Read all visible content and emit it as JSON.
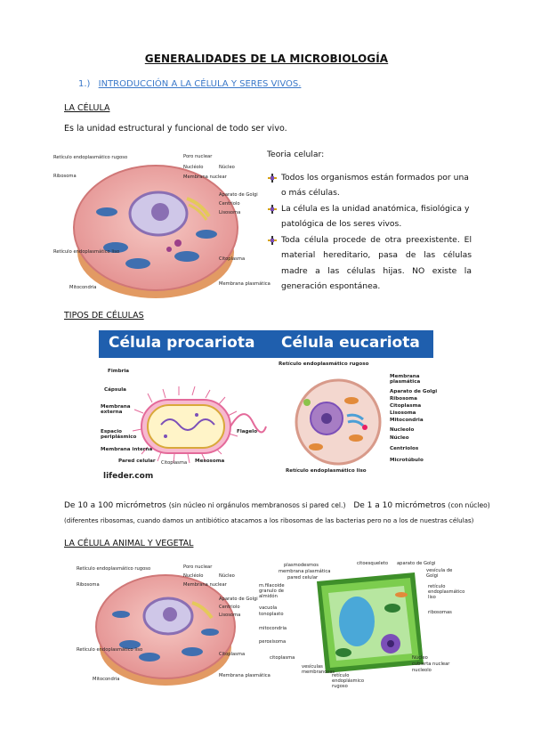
{
  "doc": {
    "title": "GENERALIDADES DE LA MICROBIOLOGÍA",
    "section_number": "1.)",
    "section_title": "INTRODUCCIÓN A LA CÉLULA Y SERES VIVOS.",
    "cell_heading": "LA CÉLULA",
    "cell_definition": "Es la unidad estructural y funcional de todo ser vivo.",
    "theory_title": "Teoria celular:",
    "theory_items": [
      "Todos los organismos están formados por una o más células.",
      "La célula es la unidad anatómica, fisiológica y patológica de los seres vivos.",
      "Toda célula procede de otra preexistente. El material hereditario, pasa de las células madre a las células hijas. NO existe la generación espontánea."
    ],
    "types_heading": "TIPOS DE CÉLULAS",
    "size_line_a": "De 10 a 100 micrómetros",
    "size_line_a_note": "(sin núcleo ni orgánulos membranosos si pared cel.)",
    "size_line_b": "De 1 a 10 micrómetros",
    "size_line_b_note": "(con núcleo)",
    "ribosome_note": "(diferentes ribosomas, cuando damos un antibiótico atacamos a los ribosomas de las bacterias pero no a los de nuestras células)",
    "animal_plant_heading": "LA CÉLULA ANIMAL Y VEGETAL"
  },
  "animal_cell_labels": {
    "rer": "Retículo endoplasmático rugoso",
    "ribosome": "Ribosoma",
    "nuclear_pore": "Poro nuclear",
    "nucleolus": "Nucléolo",
    "nuclear_membrane": "Membrana nuclear",
    "nucleus": "Núcleo",
    "golgi": "Aparato de Golgi",
    "centriole": "Centriolo",
    "lysosome": "Lisosoma",
    "ser": "Retículo endoplasmático liso",
    "cytoplasm": "Citoplasma",
    "mitochondria": "Mitocondria",
    "plasma_membrane": "Membrana plasmática"
  },
  "types_banner": {
    "prokaryote": "Célula procariota",
    "eukaryote": "Célula eucariota",
    "color": "#1f5fae"
  },
  "prokaryote_labels": {
    "fimbria": "Fimbria",
    "capsule": "Cápsula",
    "outer_membrane": "Membrana externa",
    "periplasm": "Espacio periplásmico",
    "inner_membrane": "Membrana interna",
    "cell_wall": "Pared celular",
    "cytoplasm": "Citoplasma",
    "mesosome": "Mesosoma",
    "flagellum": "Flagelo",
    "source": "lifeder.com"
  },
  "eukaryote_labels": {
    "rer": "Retículo endoplasmático rugoso",
    "plasma_membrane": "Membrana plasmática",
    "golgi": "Aparato de Golgi",
    "ribosome": "Ribosoma",
    "cytoplasm": "Citoplasma",
    "lysosome": "Lisosoma",
    "mitochondria": "Mitocondria",
    "nucleolus": "Nucleolo",
    "nucleus": "Núcleo",
    "centrioles": "Centriolos",
    "microtubule": "Microtúbulo",
    "ser": "Retículo endoplasmático liso"
  },
  "plant_cell_labels": {
    "plasmodesmata": "plasmodesmos",
    "plasma_membrane": "membrana plasmática",
    "cell_wall": "pared celular",
    "middle_lamella": "m.filacoide",
    "starch": "granulo de almidón",
    "vacuole": "vacuola",
    "tonoplast": "tonoplasto",
    "mitochondria": "mitocondria",
    "peroxisome": "peroxisoma",
    "cytoplasm": "citoplasma",
    "vesicles": "vesículas membranosas",
    "rer": "retículo endoplásmico rugoso",
    "cytoskeleton": "citoesqueleto",
    "golgi": "aparato de Golgi",
    "golgi_vesicle": "vesícula de Golgi",
    "ser": "retículo endoplasmático liso",
    "ribosomes": "ribosomas",
    "nucleus": "Núcleo",
    "nuclear_envelope": "cubierta nuclear",
    "nucleolus": "nucleolo"
  },
  "colors": {
    "link_blue": "#3a78c9",
    "cell_pink": "#e89a9a",
    "cell_base": "#e9a56a",
    "nucleus_purple": "#8a6fb3",
    "plant_green": "#5fae3a"
  }
}
